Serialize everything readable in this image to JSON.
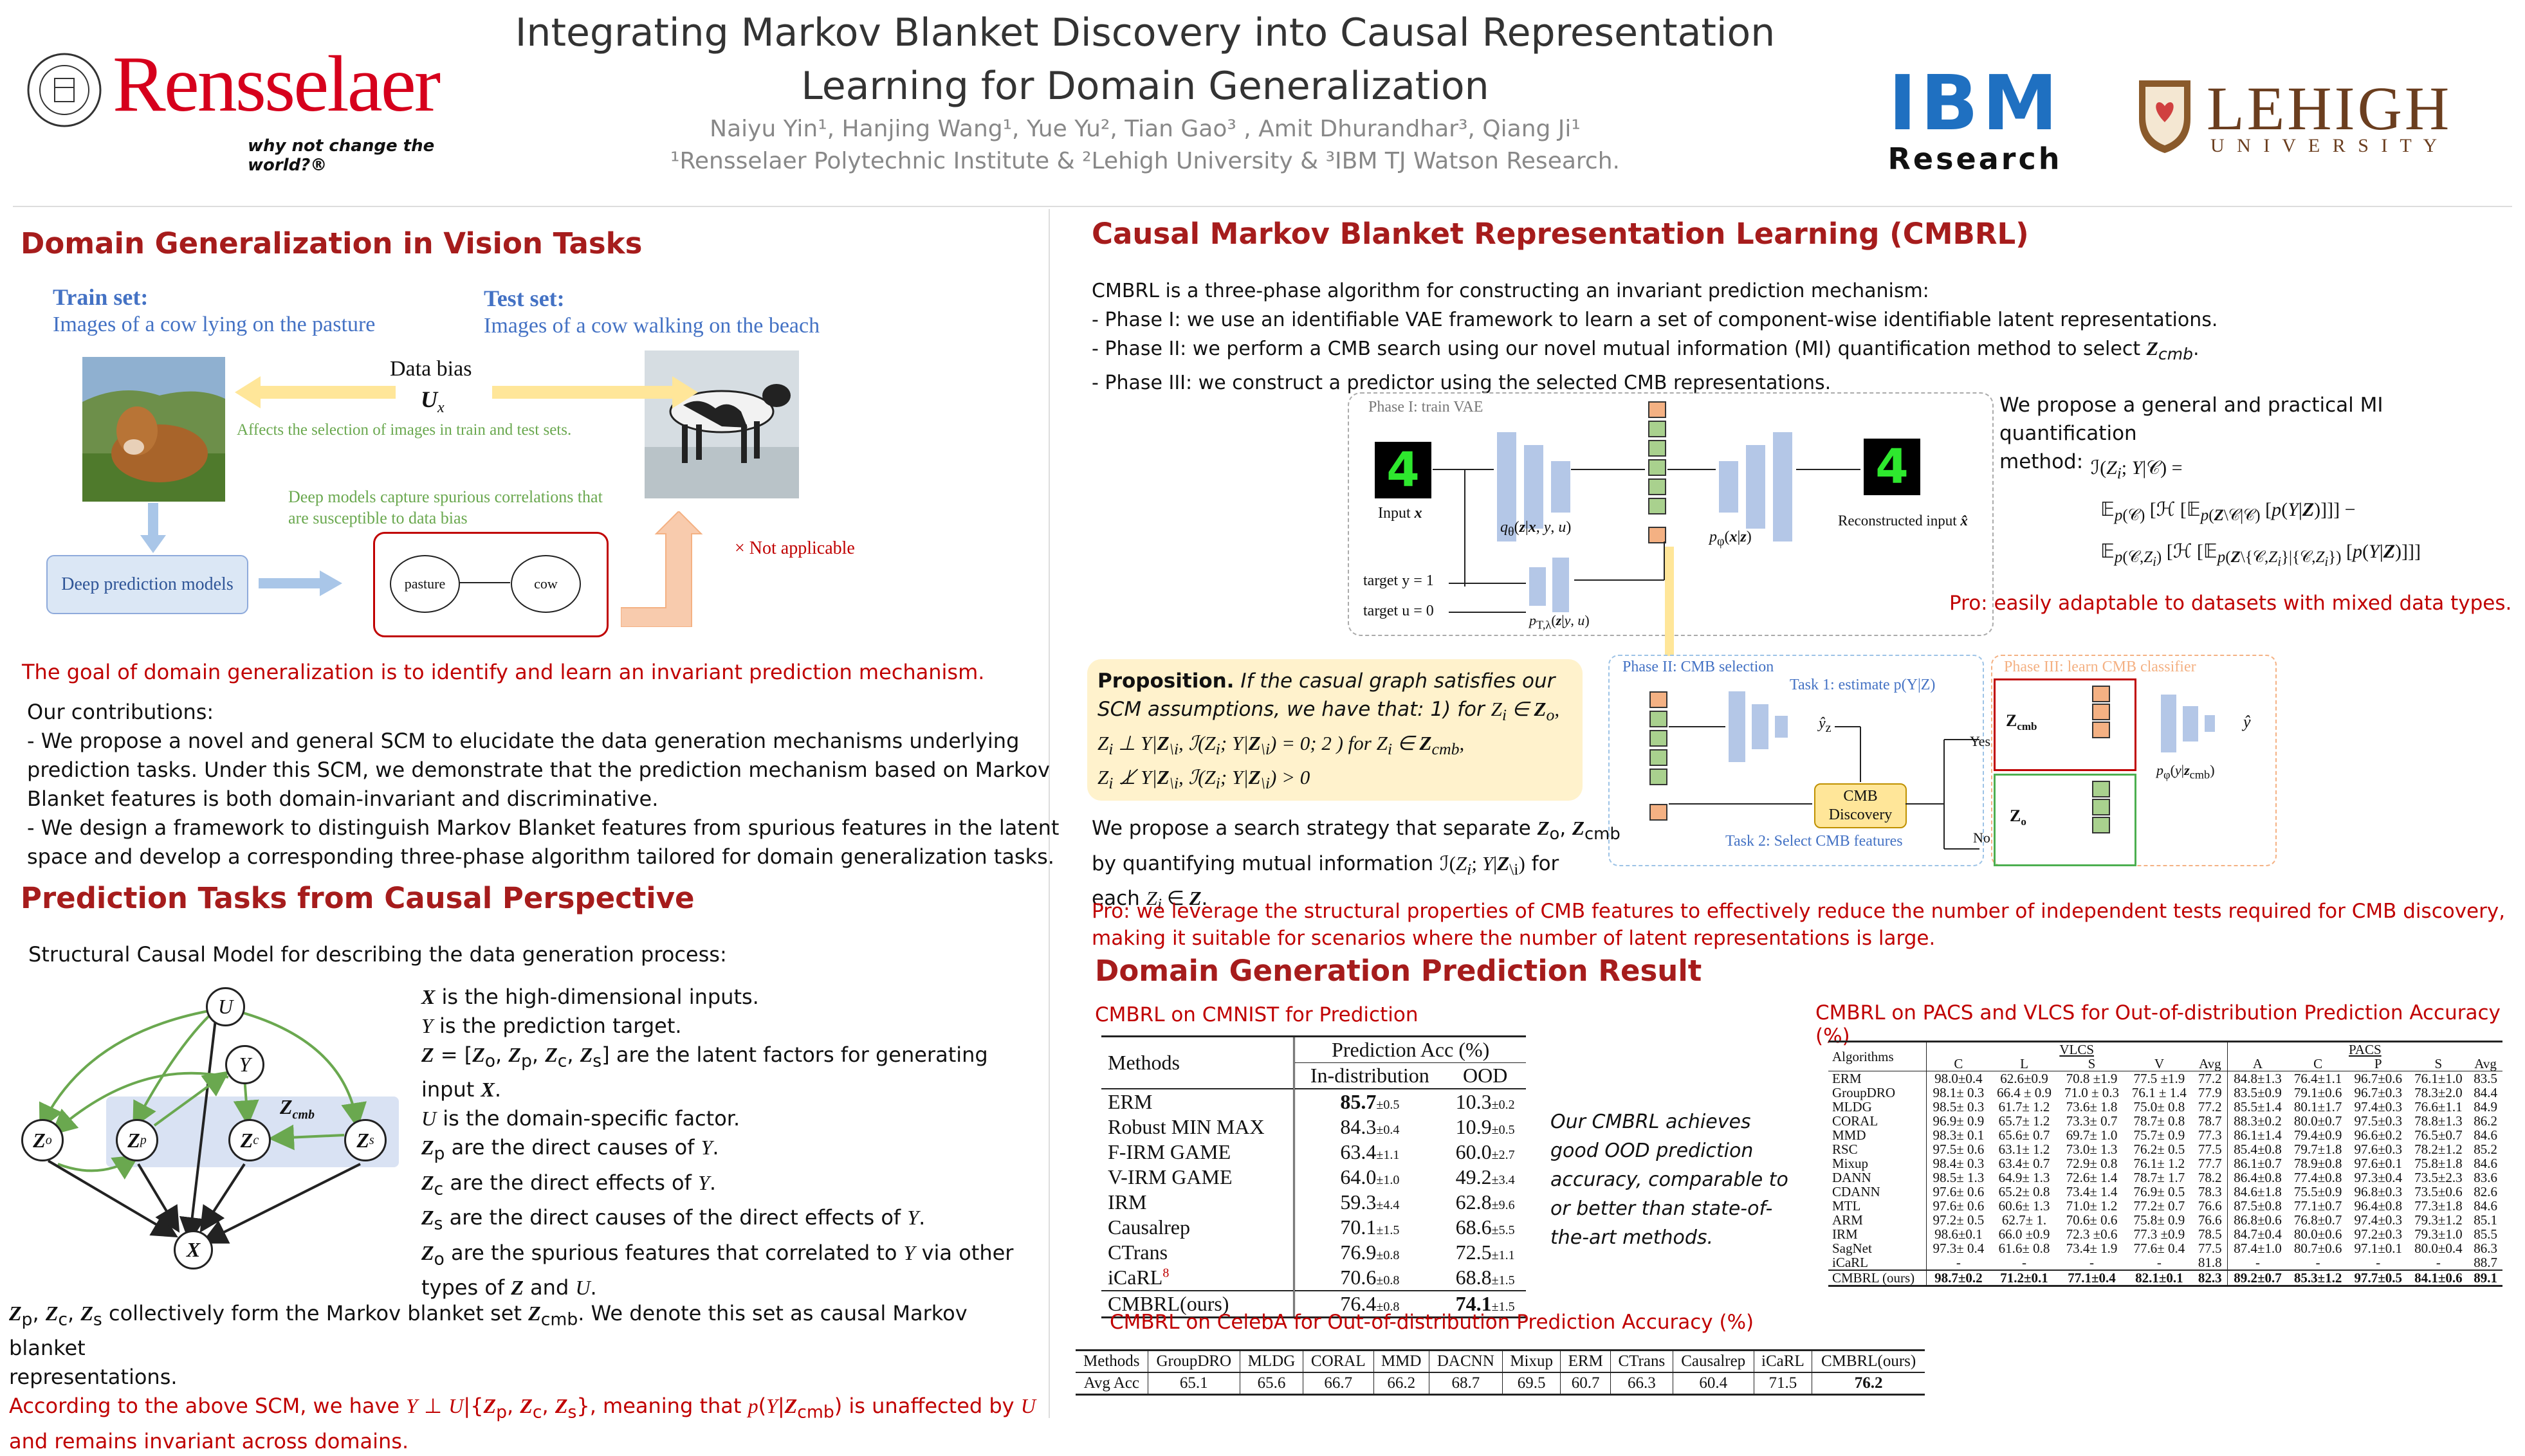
{
  "header": {
    "title_line1": "Integrating Markov Blanket Discovery into Causal Representation",
    "title_line2": "Learning for Domain Generalization",
    "authors": "Naiyu Yin¹,  Hanjing Wang¹,  Yue Yu²,  Tian Gao³ ,  Amit Dhurandhar³,  Qiang Ji¹",
    "affiliations": "¹Rensselaer Polytechnic Institute &  ²Lehigh University &  ³IBM TJ Watson Research.",
    "logo_rpi": "Rensselaer",
    "logo_rpi_tagline": "why not change the world?®",
    "logo_ibm": "IBM",
    "logo_ibm_sub": "Research",
    "logo_lehigh": "LEHIGH",
    "logo_lehigh_sub": "U N I V E R S I T Y",
    "colors": {
      "accent": "#a61c1c",
      "blue": "#4472c4",
      "green": "#6aa84f",
      "ibm": "#1f70c1"
    }
  },
  "left": {
    "s1_title": "Domain Generalization in Vision Tasks",
    "fig1": {
      "train_label": "Train set:",
      "train_desc": "Images of a cow lying on the pasture",
      "test_label": "Test set:",
      "test_desc": "Images of a cow walking on the beach",
      "data_bias": "Data bias",
      "ux": "U",
      "ux_sub": "x",
      "affects": "Affects the selection of images in train and test sets.",
      "deep_models_note_1": "Deep models capture spurious correlations that",
      "deep_models_note_2": "are susceptible to data bias",
      "not_applicable": "× Not applicable",
      "deep_prediction": "Deep prediction models",
      "pasture": "pasture",
      "cow": "cow"
    },
    "goal": "The goal of domain generalization is to identify and learn an invariant prediction mechanism.",
    "contrib_head": "Our contributions:",
    "contrib_lines": [
      "- We propose a novel and general SCM to elucidate the data generation mechanisms underlying",
      "prediction tasks. Under this SCM, we demonstrate that the prediction mechanism based on Markov",
      "Blanket features is both domain-invariant and discriminative.",
      "- We design a framework to distinguish Markov Blanket features from spurious features in the latent",
      "space and develop a corresponding three-phase algorithm tailored for domain generalization tasks."
    ],
    "s2_title": "Prediction Tasks from Causal Perspective",
    "scm_intro": "Structural Causal Model for describing the data generation process:",
    "scm_nodes": {
      "U": "U",
      "Y": "Y",
      "Zo": "Z",
      "Zo_sub": "o",
      "Zp": "Z",
      "Zp_sub": "p",
      "Zc": "Z",
      "Zc_sub": "c",
      "Zs": "Z",
      "Zs_sub": "s",
      "X": "X",
      "Zcmb": "Z",
      "Zcmb_sub": "cmb"
    },
    "defs": [
      " is the high-dimensional  inputs.",
      " is the prediction target.",
      " are the latent factors for generating",
      "input ",
      " is the domain-specific factor.",
      " are the direct causes of ",
      " are the direct effects of ",
      " are the direct causes of the direct effects of ",
      " are the spurious features that correlated to ",
      "types of "
    ],
    "mb_line1": " collectively form the Markov blanket set ",
    "mb_line1b": ". We denote this set as causal Markov blanket",
    "mb_line2": "representations.",
    "scm_conc1a": "According to the above SCM, we have ",
    "scm_conc1b": ", meaning that ",
    "scm_conc1c": " is unaffected by ",
    "scm_conc2": "and remains invariant across domains."
  },
  "right": {
    "s3_title": "Causal Markov Blanket Representation Learning (CMBRL)",
    "intro": "CMBRL is a three-phase algorithm for constructing an invariant prediction mechanism:",
    "phase1": "- Phase I: we use an identifiable VAE framework to learn a set of component-wise identifiable latent representations.",
    "phase2": "- Phase II: we perform a CMB search using our novel mutual information (MI) quantification method to select ",
    "phase3": "- Phase III: we construct a predictor using the selected CMB representations.",
    "diagram": {
      "phase1_label": "Phase I: train VAE",
      "input_x": "Input ",
      "q_label": "q",
      "p_label": "p",
      "recon": "Reconstructed input ",
      "target_y": "target y = 1",
      "target_u": "target u = 0",
      "phase2_label": "Phase II: CMB selection",
      "task1": "Task 1: estimate p(Y|Z)",
      "task2": "Task 2: Select CMB features",
      "cmb_discovery_1": "CMB",
      "cmb_discovery_2": "Discovery",
      "yes": "Yes",
      "no": "No",
      "phase3_label": "Phase III: learn CMB classifier",
      "zcmb": "Z",
      "zcmb_sub": "cmb",
      "zo": "Z",
      "zo_sub": "o",
      "yhat": "ŷ",
      "p_phi": "p",
      "digit": "4"
    },
    "mi_text_1": "We propose a general and practical MI quantification",
    "mi_text_2": "method:",
    "pro1": "Pro: easily adaptable to datasets with mixed data types.",
    "prop_head": "Proposition.",
    "prop_line1": " If the casual graph satisfies our",
    "prop_line2": "SCM assumptions, we have that: 1) for ",
    "search_1": "We propose a search strategy that separate ",
    "search_2": "by quantifying mutual information ",
    "search_2b": " for",
    "search_3": "each ",
    "pro2_1": "Pro: we leverage the structural properties of CMB features to effectively reduce the number of independent tests required for CMB discovery,",
    "pro2_2": "making it suitable for scenarios where the number of latent representations is large.",
    "s4_title": "Domain Generation Prediction Result",
    "cmnist_title": "CMBRL on CMNIST for Prediction",
    "cmnist": {
      "methods": "Methods",
      "pred_acc": "Prediction Acc (%)",
      "in_dist": "In-distribution",
      "ood": "OOD",
      "rows": [
        {
          "m": "ERM",
          "id": "85.7",
          "id_e": "±0.5",
          "ood": "10.3",
          "ood_e": "±0.2"
        },
        {
          "m": "Robust MIN MAX",
          "id": "84.3",
          "id_e": "±0.4",
          "ood": "10.9",
          "ood_e": "±0.5"
        },
        {
          "m": "F-IRM GAME",
          "id": "63.4",
          "id_e": "±1.1",
          "ood": "60.0",
          "ood_e": "±2.7"
        },
        {
          "m": "V-IRM GAME",
          "id": "64.0",
          "id_e": "±1.0",
          "ood": "49.2",
          "ood_e": "±3.4"
        },
        {
          "m": "IRM",
          "id": "59.3",
          "id_e": "±4.4",
          "ood": "62.8",
          "ood_e": "±9.6"
        },
        {
          "m": "Causalrep",
          "id": "70.1",
          "id_e": "±1.5",
          "ood": "68.6",
          "ood_e": "±5.5"
        },
        {
          "m": "CTrans",
          "id": "76.9",
          "id_e": "±0.8",
          "ood": "72.5",
          "ood_e": "±1.1"
        },
        {
          "m": "iCaRL",
          "id": "70.6",
          "id_e": "±0.8",
          "ood": "68.8",
          "ood_e": "±1.5"
        },
        {
          "m": "CMBRL(ours)",
          "id": "76.4",
          "id_e": "±0.8",
          "ood": "74.1",
          "ood_e": "±1.5"
        }
      ],
      "icarl_sup": "8"
    },
    "cmnist_note": [
      "Our CMBRL achieves",
      "good OOD prediction",
      "accuracy, comparable to",
      "or better than state-of-",
      "the-art methods."
    ],
    "pv_title": "CMBRL on PACS and VLCS for Out-of-distribution Prediction Accuracy (%)",
    "pv": {
      "algorithms": "Algorithms",
      "vlcs": "VLCS",
      "pacs": "PACS",
      "vlcs_cols": [
        "C",
        "L",
        "S",
        "V",
        "Avg"
      ],
      "pacs_cols": [
        "A",
        "C",
        "P",
        "S",
        "Avg"
      ],
      "rows": [
        [
          "ERM",
          "98.0±0.4",
          "62.6±0.9",
          "70.8 ±1.9",
          "77.5 ±1.9",
          "77.2",
          "84.8±1.3",
          "76.4±1.1",
          "96.7±0.6",
          "76.1±1.0",
          "83.5"
        ],
        [
          "GroupDRO",
          "98.1± 0.3",
          "66.4 ± 0.9",
          "71.0 ± 0.3",
          "76.1 ± 1.4",
          "77.9",
          "83.5±0.9",
          "79.1±0.6",
          "96.7±0.3",
          "78.3±2.0",
          "84.4"
        ],
        [
          "MLDG",
          "98.5± 0.3",
          "61.7± 1.2",
          "73.6± 1.8",
          "75.0± 0.8",
          "77.2",
          "85.5±1.4",
          "80.1±1.7",
          "97.4±0.3",
          "76.6±1.1",
          "84.9"
        ],
        [
          "CORAL",
          "96.9± 0.9",
          "65.7± 1.2",
          "73.3± 0.7",
          "78.7± 0.8",
          "78.7",
          "88.3±0.2",
          "80.0±0.7",
          "97.5±0.3",
          "78.8±1.3",
          "86.2"
        ],
        [
          "MMD",
          "98.3± 0.1",
          "65.6± 0.7",
          "69.7± 1.0",
          "75.7± 0.9",
          "77.3",
          "86.1±1.4",
          "79.4±0.9",
          "96.6±0.2",
          "76.5±0.7",
          "84.6"
        ],
        [
          "RSC",
          "97.5± 0.6",
          "63.1± 1.2",
          "73.0± 1.3",
          "76.2± 0.5",
          "77.5",
          "85.4±0.8",
          "79.7±1.8",
          "97.6±0.3",
          "78.2±1.2",
          "85.2"
        ],
        [
          "Mixup",
          "98.4± 0.3",
          "63.4± 0.7",
          "72.9± 0.8",
          "76.1± 1.2",
          "77.7",
          "86.1±0.7",
          "78.9±0.8",
          "97.6±0.1",
          "75.8±1.8",
          "84.6"
        ],
        [
          "DANN",
          "98.5± 1.3",
          "64.9± 1.3",
          "72.6± 1.4",
          "78.7± 1.7",
          "78.2",
          "86.4±0.8",
          "77.4±0.8",
          "97.3±0.4",
          "73.5±2.3",
          "83.6"
        ],
        [
          "CDANN",
          "97.6± 0.6",
          "65.2± 0.8",
          "73.4± 1.4",
          "76.9± 0.5",
          "78.3",
          "84.6±1.8",
          "75.5±0.9",
          "96.8±0.3",
          "73.5±0.6",
          "82.6"
        ],
        [
          "MTL",
          "97.6± 0.6",
          "60.6± 1.3",
          "71.0± 1.2",
          "77.2± 0.7",
          "76.6",
          "87.5±0.8",
          "77.1±0.7",
          "96.4±0.8",
          "77.3±1.8",
          "84.6"
        ],
        [
          "ARM",
          "97.2± 0.5",
          "62.7± 1.",
          "70.6± 0.6",
          "75.8± 0.9",
          "76.6",
          "86.8±0.6",
          "76.8±0.7",
          "97.4±0.3",
          "79.3±1.2",
          "85.1"
        ],
        [
          "IRM",
          "98.6±0.1",
          "66.0 ±0.9",
          "72.3 ±0.6",
          "77.3 ±0.9",
          "78.5",
          "84.7±0.4",
          "80.0±0.6",
          "97.2±0.3",
          "79.3±1.0",
          "85.5"
        ],
        [
          "SagNet",
          "97.3± 0.4",
          "61.6± 0.8",
          "73.4± 1.9",
          "77.6± 0.4",
          "77.5",
          "87.4±1.0",
          "80.7±0.6",
          "97.1±0.1",
          "80.0±0.4",
          "86.3"
        ],
        [
          "iCaRL",
          "-",
          "-",
          "-",
          "-",
          "81.8",
          "-",
          "-",
          "-",
          "-",
          "88.7"
        ],
        [
          "CMBRL (ours)",
          "98.7±0.2",
          "71.2±0.1",
          "77.1±0.4",
          "82.1±0.1",
          "82.3",
          "89.2±0.7",
          "85.3±1.2",
          "97.7±0.5",
          "84.1±0.6",
          "89.1"
        ]
      ]
    },
    "celeba_title": "CMBRL on CelebA for Out-of-distribution Prediction Accuracy (%)",
    "celeba": {
      "headers": [
        "Methods",
        "GroupDRO",
        "MLDG",
        "CORAL",
        "MMD",
        "DACNN",
        "Mixup",
        "ERM",
        "CTrans",
        "Causalrep",
        "iCaRL",
        "CMBRL(ours)"
      ],
      "row": [
        "Avg Acc",
        "65.1",
        "65.6",
        "66.7",
        "66.2",
        "68.7",
        "69.5",
        "60.7",
        "66.3",
        "60.4",
        "71.5",
        "76.2"
      ]
    }
  }
}
